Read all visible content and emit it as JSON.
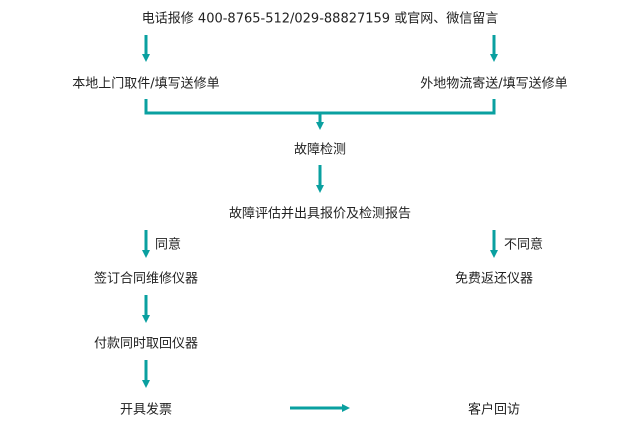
{
  "color": "#0aa0a0",
  "steps": {
    "contact": "电话报修 400-8765-512/029-88827159 或官网、微信留言",
    "local": "本地上门取件/填写送修单",
    "remote": "外地物流寄送/填写送修单",
    "detect": "故障检测",
    "assess": "故障评估并出具报价及检测报告",
    "agree": "同意",
    "disagree": "不同意",
    "contract": "签订合同维修仪器",
    "return_free": "免费返还仪器",
    "pay": "付款同时取回仪器",
    "invoice": "开具发票",
    "followup": "客户回访"
  }
}
